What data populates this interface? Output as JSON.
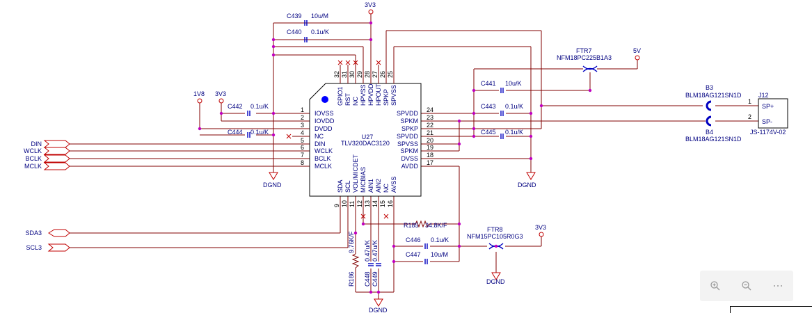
{
  "ic": {
    "ref": "U27",
    "part": "TLV320DAC3120",
    "pins_left": [
      {
        "num": "1",
        "name": "IOVSS"
      },
      {
        "num": "2",
        "name": "IOVDD"
      },
      {
        "num": "3",
        "name": "DVDD"
      },
      {
        "num": "4",
        "name": "NC"
      },
      {
        "num": "5",
        "name": "DIN"
      },
      {
        "num": "6",
        "name": "WCLK"
      },
      {
        "num": "7",
        "name": "BCLK"
      },
      {
        "num": "8",
        "name": "MCLK"
      }
    ],
    "pins_right": [
      {
        "num": "24",
        "name": "SPVDD"
      },
      {
        "num": "23",
        "name": "SPKM"
      },
      {
        "num": "22",
        "name": "SPKP"
      },
      {
        "num": "21",
        "name": "SPVDD"
      },
      {
        "num": "20",
        "name": "SPVSS"
      },
      {
        "num": "19",
        "name": "SPKM"
      },
      {
        "num": "18",
        "name": "DVSS"
      },
      {
        "num": "17",
        "name": "AVDD"
      }
    ],
    "pins_top": [
      {
        "num": "32",
        "name": "GPIO1"
      },
      {
        "num": "31",
        "name": "RST"
      },
      {
        "num": "30",
        "name": "NC"
      },
      {
        "num": "29",
        "name": "HPVSS"
      },
      {
        "num": "28",
        "name": "HPVDD"
      },
      {
        "num": "27",
        "name": "HPOUT"
      },
      {
        "num": "26",
        "name": "SPKP"
      },
      {
        "num": "25",
        "name": "SPVSS"
      }
    ],
    "pins_bottom": [
      {
        "num": "9",
        "name": "SDA"
      },
      {
        "num": "10",
        "name": "SCL"
      },
      {
        "num": "11",
        "name": "VOL/MICDET"
      },
      {
        "num": "12",
        "name": "MICBIAS"
      },
      {
        "num": "13",
        "name": "AIN1"
      },
      {
        "num": "14",
        "name": "AIN2"
      },
      {
        "num": "15",
        "name": "NC"
      },
      {
        "num": "16",
        "name": "AVSS"
      }
    ]
  },
  "power": {
    "v3v3": "3V3",
    "v1v8": "1V8",
    "v5v": "5V",
    "dgnd": "DGND"
  },
  "caps": {
    "c439": {
      "ref": "C439",
      "val": "10u/M"
    },
    "c440": {
      "ref": "C440",
      "val": "0.1u/K"
    },
    "c442": {
      "ref": "C442",
      "val": "0.1u/K"
    },
    "c444": {
      "ref": "C444",
      "val": "0.1u/K"
    },
    "c441": {
      "ref": "C441",
      "val": "10u/K"
    },
    "c443": {
      "ref": "C443",
      "val": "0.1u/K"
    },
    "c445": {
      "ref": "C445",
      "val": "0.1u/K"
    },
    "c446": {
      "ref": "C446",
      "val": "0.1u/K"
    },
    "c447": {
      "ref": "C447",
      "val": "10u/M"
    },
    "c448": {
      "ref": "C448",
      "val": "0.47u/K"
    },
    "c449": {
      "ref": "C449",
      "val": "0.47u/K"
    }
  },
  "resistors": {
    "r185": {
      "ref": "R185",
      "val": "34.8K/F"
    },
    "r186": {
      "ref": "R186",
      "val": "9.76K/F"
    }
  },
  "ferrites": {
    "ftr7": {
      "ref": "FTR7",
      "part": "NFM18PC225B1A3"
    },
    "ftr8": {
      "ref": "FTR8",
      "part": "NFM15PC105R0G3"
    },
    "b3": {
      "ref": "B3",
      "part": "BLM18AG121SN1D"
    },
    "b4": {
      "ref": "B4",
      "part": "BLM18AG121SN1D"
    }
  },
  "connector": {
    "ref": "J12",
    "part": "JS-1174V-02",
    "pin1_num": "1",
    "pin2_num": "2",
    "pin1_name": "SP+",
    "pin2_name": "SP-"
  },
  "ports": {
    "din": "DIN",
    "wclk": "WCLK",
    "bclk": "BCLK",
    "mclk": "MCLK",
    "sda": "SDA3",
    "scl": "SCL3"
  },
  "toolbar": {
    "zoom_in": "zoom-in-icon",
    "zoom_out": "zoom-out-icon",
    "more": "more-icon"
  }
}
